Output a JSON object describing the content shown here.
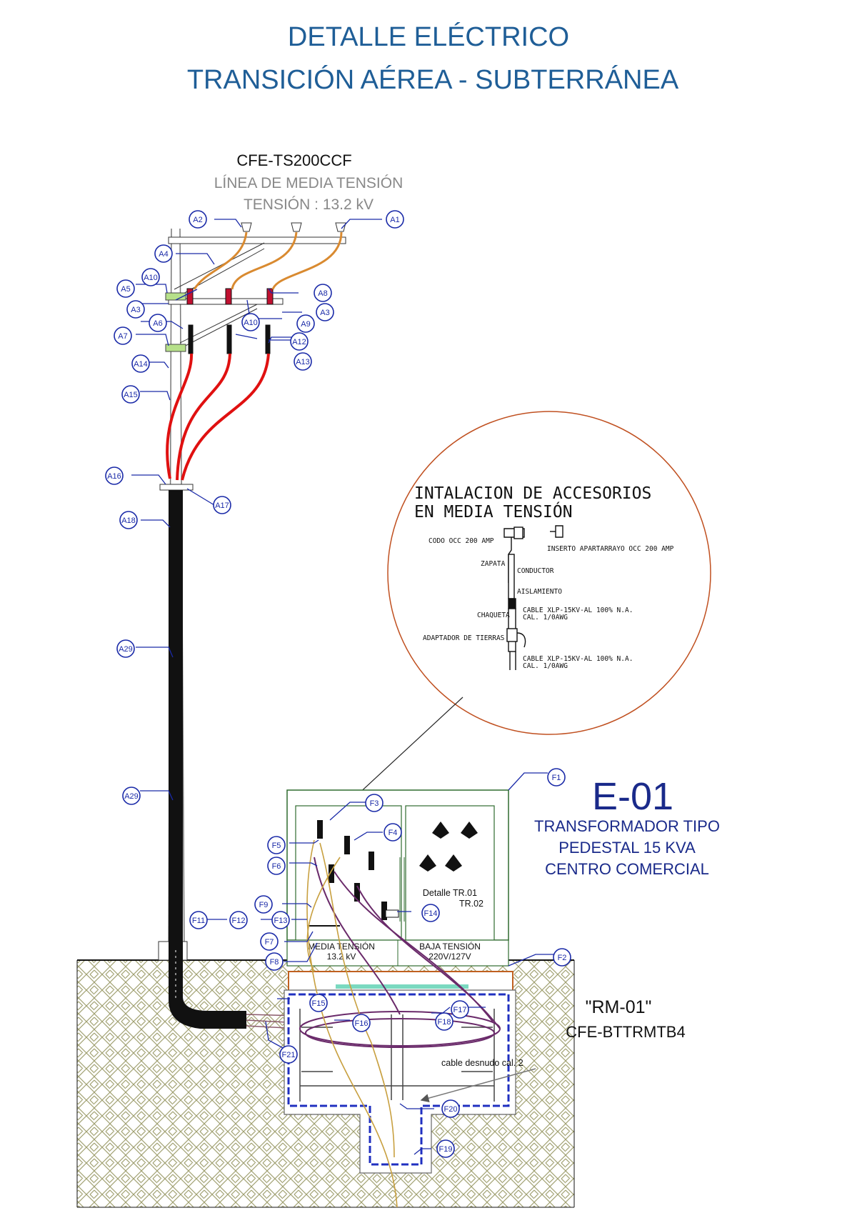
{
  "title": {
    "line1": "DETALLE ELÉCTRICO",
    "line2": "TRANSICIÓN  AÉREA - SUBTERRÁNEA"
  },
  "line_info": {
    "code": "CFE-TS200CCF",
    "name": "LÍNEA DE MEDIA TENSIÓN",
    "voltage": "TENSIÓN : 13.2 kV"
  },
  "detail_circle": {
    "title1": "INTALACION  DE  ACCESORIOS",
    "title2": "EN  MEDIA  TENSIÓN",
    "labels": {
      "codo": "CODO OCC 200 AMP",
      "inserto": "INSERTO APARTARRAYO OCC 200 AMP",
      "zapata": "ZAPATA",
      "conductor": "CONDUCTOR",
      "aislamiento": "AISLAMIENTO",
      "chaqueta": "CHAQUETA",
      "cable1a": "CABLE XLP-15KV-AL 100% N.A.",
      "cable1b": "CAL. 1/0AWG",
      "adaptador": "ADAPTADOR DE TIERRAS",
      "cable2a": "CABLE XLP-15KV-AL 100% N.A.",
      "cable2b": "CAL. 1/0AWG"
    }
  },
  "transformer": {
    "id": "E-01",
    "line1": "TRANSFORMADOR TIPO",
    "line2": "PEDESTAL 15 KVA",
    "line3": "CENTRO COMERCIAL",
    "mt_label1": "MEDIA TENSIÓN",
    "mt_label2": "13.2 kV",
    "bt_label1": "BAJA TENSIÓN",
    "bt_label2": "220V/127V",
    "detail1": "Detalle TR.01",
    "detail2": "TR.02"
  },
  "registro": {
    "id": "\"RM-01\"",
    "code": "CFE-BTTRMTB4",
    "cable_note": "cable desnudo cal. 2"
  },
  "tags": {
    "A1": "A1",
    "A2": "A2",
    "A3": "A3",
    "A3b": "A3",
    "A4": "A4",
    "A5": "A5",
    "A6": "A6",
    "A7": "A7",
    "A8": "A8",
    "A9": "A9",
    "A10a": "A10",
    "A10b": "A10",
    "A12": "A12",
    "A13": "A13",
    "A14": "A14",
    "A15": "A15",
    "A16": "A16",
    "A17": "A17",
    "A18": "A18",
    "A29a": "A29",
    "A29b": "A29",
    "F1": "F1",
    "F2": "F2",
    "F3": "F3",
    "F4": "F4",
    "F5": "F5",
    "F6": "F6",
    "F7": "F7",
    "F8": "F8",
    "F9": "F9",
    "F11": "F11",
    "F12": "F12",
    "F13": "F13",
    "F14": "F14",
    "F15": "F15",
    "F16": "F16",
    "F17": "F17",
    "F18": "F18",
    "F19": "F19",
    "F20": "F20",
    "F21": "F21"
  },
  "colors": {
    "title": "#1f5e97",
    "tags": "#1a2aa8",
    "mt_cable": "#e01010",
    "jumper": "#d98a30",
    "enclosure": "#2f6b2f",
    "ground_wire": "#c8a040",
    "cable_loop": "#6a2a6a"
  }
}
